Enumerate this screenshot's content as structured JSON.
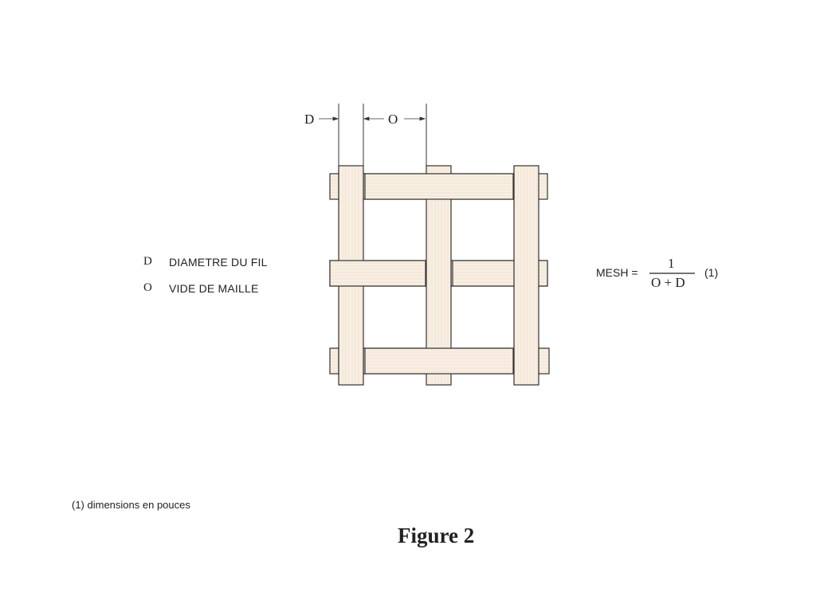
{
  "labels": {
    "d": "D",
    "o": "O"
  },
  "legend": [
    {
      "key": "D",
      "text": "DIAMETRE DU FIL"
    },
    {
      "key": "O",
      "text": "VIDE DE MAILLE"
    }
  ],
  "formula": {
    "lhs": "MESH =",
    "numerator": "1",
    "denominator": "O + D",
    "note": "(1)"
  },
  "footnote": "(1) dimensions en pouces",
  "caption": "Figure 2",
  "colors": {
    "wire_fill": "#f8efe2",
    "wire_stroke": "#333333"
  }
}
